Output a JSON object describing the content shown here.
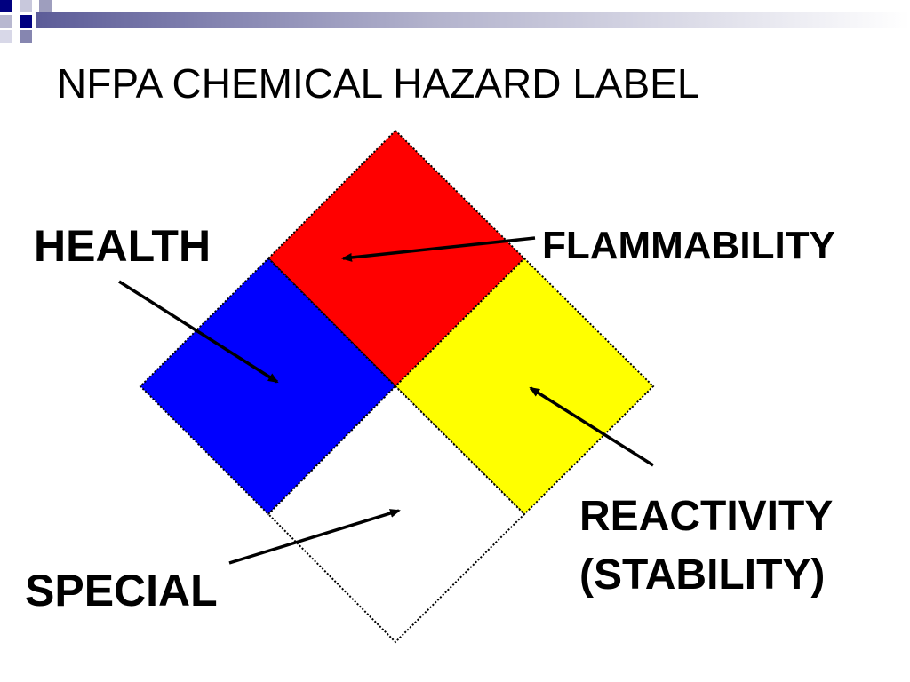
{
  "slide": {
    "title": "NFPA CHEMICAL HAZARD LABEL"
  },
  "diagram": {
    "labels": {
      "health": "HEALTH",
      "flammability": "FLAMMABILITY",
      "reactivity_line1": "REACTIVITY",
      "reactivity_line2": "(STABILITY)",
      "special": "SPECIAL"
    },
    "quadrants": {
      "health": "#0000ff",
      "flammability": "#ff0000",
      "reactivity": "#ffff00",
      "special": "#ffffff"
    }
  },
  "theme": {
    "header_blue": "#000080",
    "header_grey": "#b8b8c8",
    "arrow": "#000000"
  }
}
